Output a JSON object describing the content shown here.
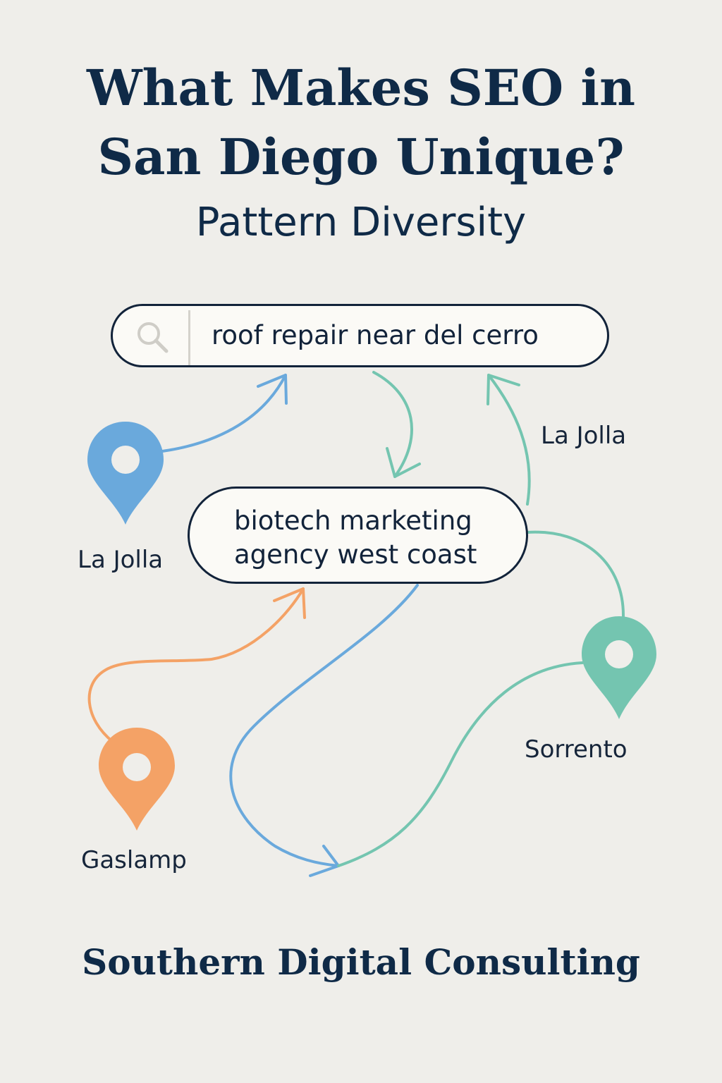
{
  "header": {
    "title_line1": "What Makes SEO in",
    "title_line2": "San Diego Unique?",
    "subtitle": "Pattern Diversity"
  },
  "search": {
    "query": "roof repair near del cerro",
    "icon": "search-icon"
  },
  "query_bubble": {
    "line1": "biotech marketing",
    "line2": "agency west coast"
  },
  "locations": {
    "la_jolla_pin_label": "La Jolla",
    "la_jolla_arrow_label": "La Jolla",
    "gaslamp_label": "Gaslamp",
    "sorrento_label": "Sorrento"
  },
  "colors": {
    "background": "#efeeea",
    "navy": "#0f2a47",
    "blue": "#6aa9dc",
    "teal": "#74c5b0",
    "orange": "#f4a266"
  },
  "footer": {
    "brand": "Southern Digital Consulting"
  }
}
